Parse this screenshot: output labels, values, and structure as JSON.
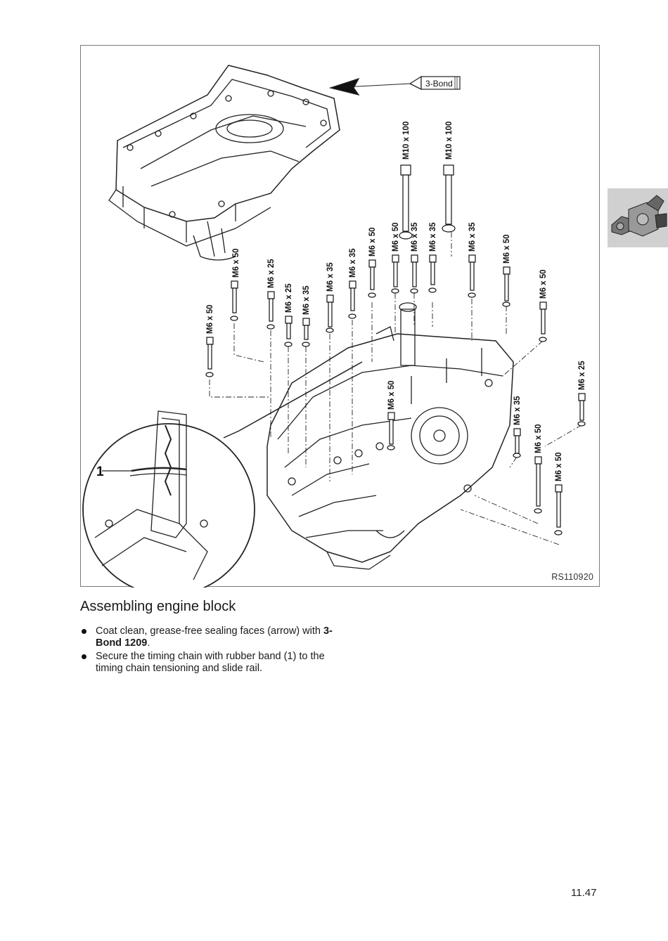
{
  "figure": {
    "code": "RS110920",
    "callout_number": "1",
    "sealant_tube_label": "3-Bond",
    "bolt_labels": [
      "M6 x 50",
      "M6 x 50",
      "M6 x 25",
      "M6 x 25",
      "M6 x 35",
      "M6 x 35",
      "M6 x 35",
      "M6 x 50",
      "M6 x 50",
      "M6 x 50",
      "M10 x 100",
      "M6 x 35",
      "M10 x 100",
      "M6 x 35",
      "M6 x 35",
      "M6 x 50",
      "M6 x 25",
      "M6 x 35",
      "M6 x 50",
      "M6 x 50",
      "M6 x 50"
    ]
  },
  "content": {
    "title": "Assembling engine block",
    "steps": [
      {
        "text": "Coat clean, grease-free sealing faces (arrow) with ",
        "bold": "3-Bond 1209",
        "suffix": "."
      },
      {
        "text": "Secure the timing chain with rubber band (1) to the timing chain tensioning and slide rail.",
        "bold": "",
        "suffix": ""
      }
    ]
  },
  "page_number": "11.47",
  "side_tab": {
    "icon": "engine-thumbnail-icon"
  }
}
